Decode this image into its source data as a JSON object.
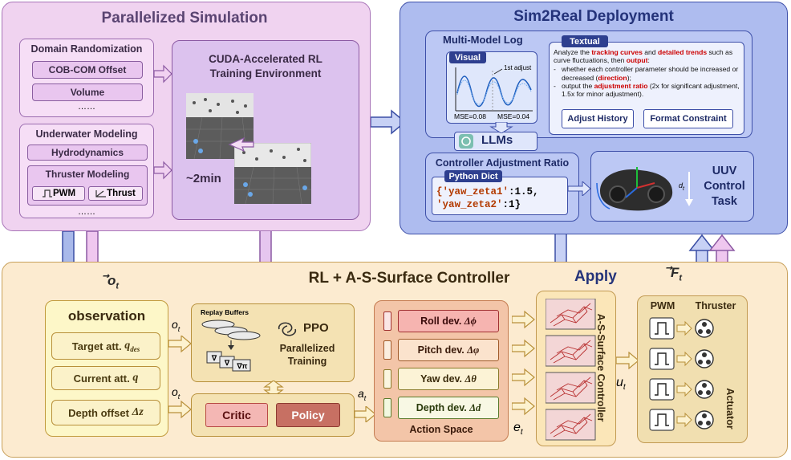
{
  "parallel": {
    "title": "Parallelized Simulation",
    "domain_rand": {
      "title": "Domain Randomization",
      "items": [
        "COB-COM Offset",
        "Volume"
      ],
      "more": "……"
    },
    "underwater": {
      "title": "Underwater Modeling",
      "hydro": "Hydrodynamics",
      "thruster_title": "Thruster Modeling",
      "pwm": "PWM",
      "thrust": "Thrust",
      "more": "……"
    },
    "cuda": {
      "title_line1": "CUDA-Accelerated RL",
      "title_line2": "Training Environment",
      "time": "~2min"
    }
  },
  "sim2real": {
    "title": "Sim2Real Deployment",
    "log_title": "Multi-Model Log",
    "visual_tag": "Visual",
    "adjust_note": "1st adjust",
    "mse_left": "MSE=0.08",
    "mse_right": "MSE=0.04",
    "textual_tag": "Textual",
    "text_p1": "Analyze the",
    "text_h1": "tracking curves",
    "text_p2": "and",
    "text_h2": "detailed trends",
    "text_p3": "such as curve fluctuations, then",
    "text_h3": "output",
    "text_p4": ":",
    "bullet1_a": "whether each controller parameter should be increased or decreased (",
    "bullet1_h": "direction",
    "bullet1_b": ");",
    "bullet2_a": "output the",
    "bullet2_h": "adjustment ratio",
    "bullet2_b": "(2x for significant adjustment, 1.5x for minor adjustment).",
    "adjust_history": "Adjust History",
    "format_constraint": "Format Constraint",
    "llms": "LLMs",
    "ratio_title": "Controller Adjustment Ratio",
    "python_tag": "Python Dict",
    "dict_line1_key": "{'yaw_zeta1'",
    "dict_line1_val": ":1.5,",
    "dict_line2_key": " 'yaw_zeta2'",
    "dict_line2_val": ":1}",
    "uuv_line1": "UUV",
    "uuv_line2": "Control",
    "uuv_line3": "Task",
    "uuv_dt": "d",
    "uuv_dt_sub": "t"
  },
  "rl": {
    "title": "RL + A-S-Surface Controller",
    "apply": "Apply",
    "o_t": "o",
    "o_t_sub": "t",
    "a_t": "a",
    "e_t": "e",
    "u_t": "u",
    "F_t": "F",
    "observation": {
      "title": "observation",
      "items": [
        "Target att.",
        "Current att.",
        "Depth offset"
      ],
      "symbols": [
        "q",
        "q",
        "Δz"
      ],
      "sub0": "des"
    },
    "replay": "Replay Buffers",
    "ppo": "PPO",
    "parallelized": "Parallelized",
    "training": "Training",
    "grad_labels": [
      "∇",
      "∇",
      "∇π"
    ],
    "critic": "Critic",
    "policy": "Policy",
    "actions": [
      "Roll dev.",
      "Pitch dev.",
      "Yaw dev.",
      "Depth dev."
    ],
    "action_syms": [
      "Δϕ",
      "Δφ",
      "Δθ",
      "Δd"
    ],
    "action_space": "Action Space",
    "ass_controller": "A-S-Surface Controller",
    "pwm": "PWM",
    "thruster": "Thruster",
    "actuator": "Actuator"
  },
  "colors": {
    "pink": "#f1d3f1",
    "blue": "#a9b8ef",
    "cream": "#fdf0d3",
    "red_highlight": "#cc0000"
  }
}
